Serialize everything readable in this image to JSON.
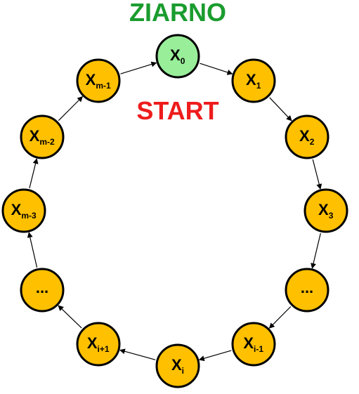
{
  "title": "ZIARNO",
  "start_label": "START",
  "colors": {
    "title": "#1a9c2e",
    "start": "#ee1c1c",
    "seed_fill": "#99ee99",
    "node_fill": "#ffc000",
    "outline": "#000000"
  },
  "nodes": [
    {
      "base": "X",
      "sub": "0",
      "role": "seed"
    },
    {
      "base": "X",
      "sub": "1",
      "role": "state"
    },
    {
      "base": "X",
      "sub": "2",
      "role": "state"
    },
    {
      "base": "X",
      "sub": "3",
      "role": "state"
    },
    {
      "base": "...",
      "sub": "",
      "role": "state"
    },
    {
      "base": "X",
      "sub": "i-1",
      "role": "state"
    },
    {
      "base": "X",
      "sub": "i",
      "role": "state"
    },
    {
      "base": "X",
      "sub": "i+1",
      "role": "state"
    },
    {
      "base": "...",
      "sub": "",
      "role": "state"
    },
    {
      "base": "X",
      "sub": "m-3",
      "role": "state"
    },
    {
      "base": "X",
      "sub": "m-2",
      "role": "state"
    },
    {
      "base": "X",
      "sub": "m-1",
      "role": "state"
    }
  ]
}
